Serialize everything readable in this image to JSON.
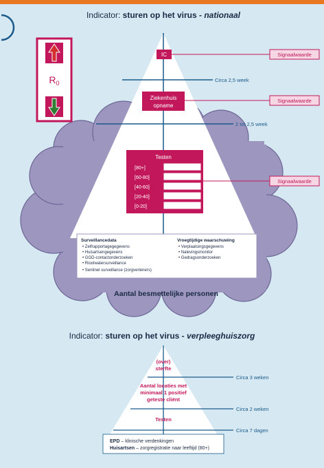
{
  "colors": {
    "accent_magenta": "#c2185b",
    "line_blue": "#1a5a8a",
    "cloud": "#9d97bf",
    "background": "#d6e8f2",
    "top_bar": "#e87722",
    "ro_up": "#d32f2f",
    "ro_down": "#2e7d32"
  },
  "diagram1": {
    "title_prefix": "Indicator: ",
    "title_bold": "sturen op het virus - ",
    "title_italic": "nationaal",
    "ro_label": "R",
    "ro_sub": "0",
    "ro_icons": [
      "arrow-up-icon",
      "arrow-down-icon"
    ],
    "ic": "IC",
    "ziekenhuis_line1": "Ziekenhuis",
    "ziekenhuis_line2": "opname",
    "testen": "Testen",
    "age_groups": [
      "[80+]",
      "[60-80]",
      "[40-60]",
      "[20-40]",
      "[0-20]"
    ],
    "signaalwaarde": [
      "Signaalwaarde",
      "Signaalwaarde",
      "Signaalwaarde"
    ],
    "timelines": [
      "Circa 2,5 week",
      "2 tot 2,5 week"
    ],
    "surveillance_title": "Surveillancedata",
    "surveillance_items": [
      "Zelfrapportagegegevens",
      "Huisartsengegevens",
      "GGD-contactonderzoeken",
      "Rioolwatersurveillance",
      "Sentinel surveillance (zorgverleners)"
    ],
    "warning_title": "Vroegtijdige waarschuwing",
    "warning_items": [
      "Verplaatsingsgegevens",
      "Nalevingsmonitor",
      "Gedragsonderzoeken"
    ],
    "cloud_label": "Aantal besmettelijke personen"
  },
  "diagram2": {
    "title_prefix": "Indicator: ",
    "title_bold": "sturen op het virus - ",
    "title_italic": "verpleeghuiszorg",
    "level1_line1": "(over)",
    "level1_line2": "sterfte",
    "level2_line1": "Aantal locaties met",
    "level2_line2": "minimaal 1 positief",
    "level2_line3": "geteste cliënt",
    "level3": "Testen",
    "timelines": [
      "Circa 3 weken",
      "Circa 2 weken",
      "Circa 7 dagen"
    ],
    "base_line1_bold": "EPD",
    "base_line1_rest": " – klinische verdenkingen",
    "base_line2_bold": "Huisartsen",
    "base_line2_rest": " – zorgregistratie naar leeftijd (80+)"
  }
}
